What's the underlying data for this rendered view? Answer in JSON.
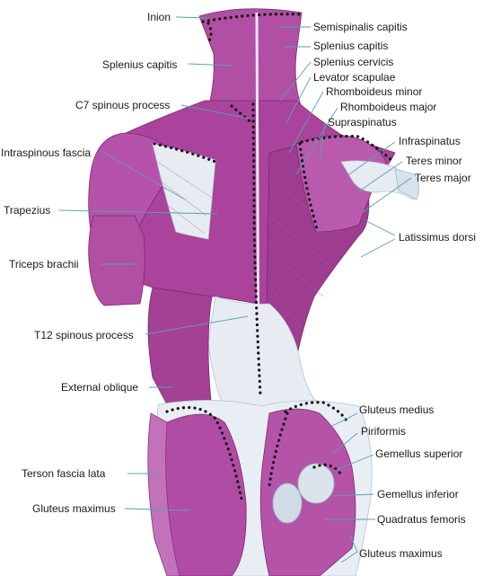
{
  "labels": {
    "inion": "Inion",
    "semispinalis_capitis": "Semispinalis capitis",
    "splenius_capitis_right": "Splenius capitis",
    "splenius_capitis_left": "Splenius capitis",
    "splenius_cervicis": "Splenius cervicis",
    "levator_scapulae": "Levator scapulae",
    "c7_spinous_process": "C7 spinous process",
    "rhomboideus_minor": "Rhomboideus minor",
    "rhomboideus_major": "Rhomboideus major",
    "supraspinatus": "Supraspinatus",
    "infraspinatus": "Infraspinatus",
    "intraspinous_fascia": "Intraspinous fascia",
    "teres_minor": "Teres minor",
    "teres_major": "Teres major",
    "trapezius": "Trapezius",
    "latissimus_dorsi": "Latissimus dorsi",
    "triceps_brachii": "Triceps brachii",
    "t12_spinous_process": "T12 spinous process",
    "external_oblique": "External oblique",
    "gluteus_medius": "Gluteus medius",
    "piriformis": "Piriformis",
    "gemellus_superior": "Gemellus superior",
    "terson_fascia_lata": "Terson fascia lata",
    "gemellus_inferior": "Gemellus inferior",
    "gluteus_maximus_left": "Gluteus maximus",
    "quadratus_femoris": "Quadratus femoris",
    "gluteus_maximus_right": "Gluteus maximus"
  },
  "colors": {
    "muscle": "#a9439c",
    "muscle_light": "#c46fb8",
    "muscle_dark": "#8a2f80",
    "fascia": "#e6ecf2",
    "leader": "#5aa0b0"
  }
}
